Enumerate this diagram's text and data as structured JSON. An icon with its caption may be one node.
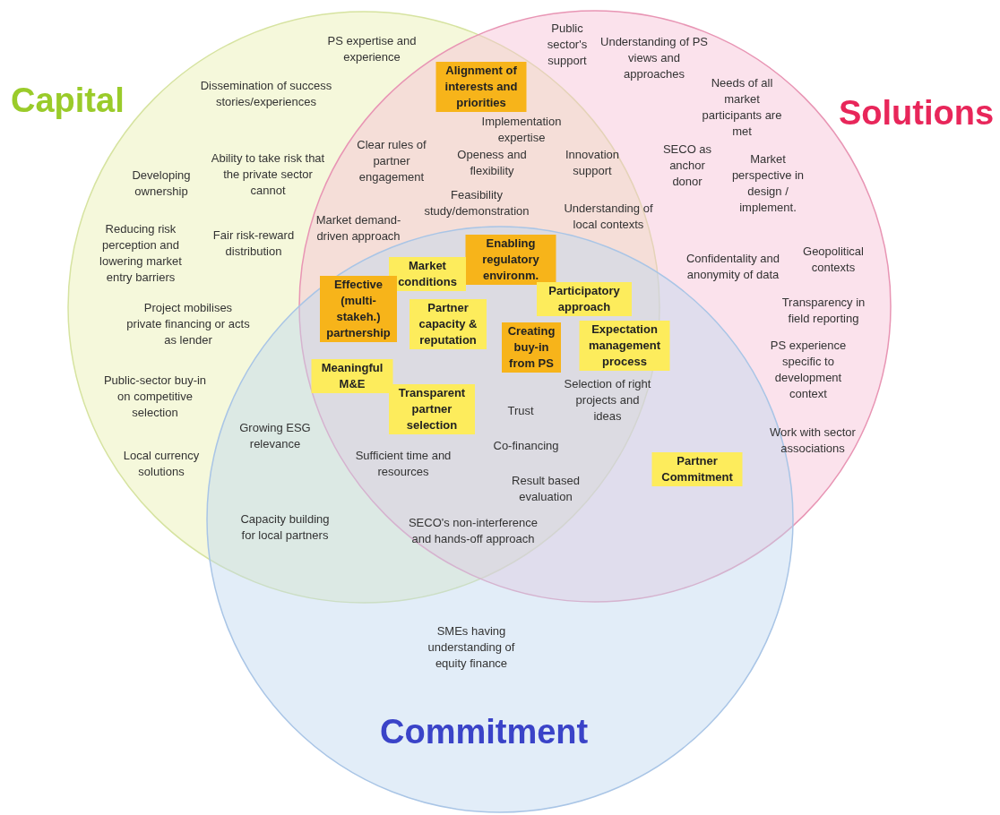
{
  "diagram": {
    "nodes": [
      {
        "text": [
          "Capital"
        ]
      },
      {
        "text": [
          "Solutions"
        ]
      },
      {
        "text": [
          "Commitment"
        ]
      },
      {
        "text": [
          "Alignment of interests and priorities"
        ]
      },
      {
        "text": [
          "Enabling regulatory environm."
        ]
      },
      {
        "text": [
          "Market conditions"
        ]
      },
      {
        "text": [
          "Participatory approach"
        ]
      },
      {
        "text": [
          "Effective (multi-stakeh.) partnership"
        ]
      },
      {
        "text": [
          "Partner capacity & reputation"
        ]
      },
      {
        "text": [
          "Creating buy-in from PS"
        ]
      },
      {
        "text": [
          "Expectation management process"
        ]
      },
      {
        "text": [
          "Meaningful M&E"
        ]
      },
      {
        "text": [
          "Transparent partner selection"
        ]
      },
      {
        "text": [
          "Partner Commitment"
        ]
      }
    ],
    "labels": [
      "PS expertise and experience",
      "Public sector's support",
      "Understanding of PS views and approaches",
      "Dissemination of success stories/experiences",
      "Needs of all market participants are met",
      "SECO as anchor donor",
      "Market perspective in design / implement.",
      "Implementation expertise",
      "Clear rules of partner engagement",
      "Openess and flexibility",
      "Innovation support",
      "Developing ownership",
      "Ability to take risk that the private sector cannot",
      "Feasibility study/demonstration",
      "Understanding of local contexts",
      "Market demand-driven approach",
      "Reducing risk perception and lowering market entry barriers",
      "Fair risk-reward distribution",
      "Confidentality and anonymity of data",
      "Geopolitical contexts",
      "Transparency in field reporting",
      "Project mobilises private financing or acts as lender",
      "PS experience specific to development context",
      "Public-sector buy-in on competitive selection",
      "Selection of right projects and ideas",
      "Trust",
      "Growing ESG relevance",
      "Co-financing",
      "Work with sector associations",
      "Local currency solutions",
      "Sufficient time and resources",
      "Result based evaluation",
      "Capacity building for local partners",
      "SECO's non-interference and hands-off approach",
      "SMEs having understanding of equity finance"
    ]
  }
}
